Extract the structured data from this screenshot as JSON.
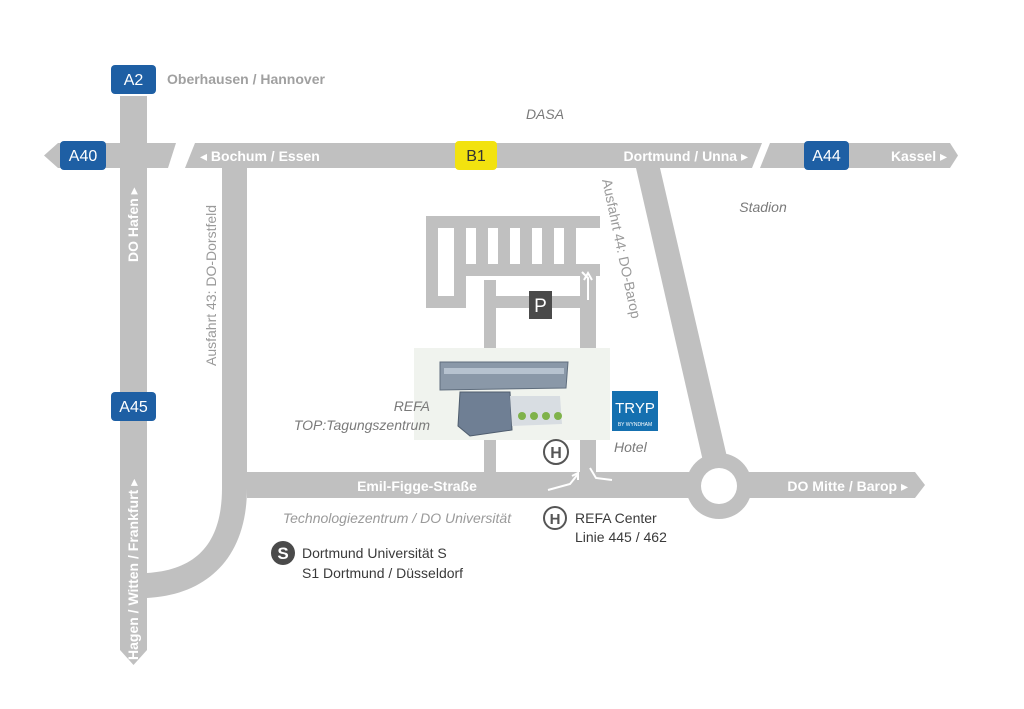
{
  "colors": {
    "road": "#c0c0c0",
    "motorway_shield": "#1e5fa4",
    "federal_shield": "#f2e20f",
    "label_grey": "#7a7a7a",
    "building": "#8a98a8",
    "hotel_logo": "#1570b0"
  },
  "shields": {
    "a2": "A2",
    "a40": "A40",
    "b1": "B1",
    "a44": "A44",
    "a45": "A45"
  },
  "roads": {
    "a2_dest": "Oberhausen / Hannover",
    "west_dest": "◂ Bochum / Essen",
    "east_dest": "Dortmund / Unna ▸",
    "kassel": "Kassel ▸",
    "do_hafen": "DO Hafen ▸",
    "hagen": "Hagen / Witten / Frankfurt ▸",
    "exit43": "Ausfahrt 43: DO-Dorstfeld",
    "exit44": "Ausfahrt 44: DO-Barop",
    "emil": "Emil-Figge-Straße",
    "do_mitte": "DO Mitte / Barop ▸"
  },
  "places": {
    "dasa": "DASA",
    "stadion": "Stadion",
    "refa": "REFA",
    "top": "TOP:Tagungszentrum",
    "hotel": "Hotel",
    "techno": "Technologiezentrum / DO Universität"
  },
  "parking": "P",
  "bus": {
    "symbol": "H",
    "stop_name": "REFA Center",
    "lines": "Linie 445 / 462"
  },
  "sbahn": {
    "symbol": "S",
    "station": "Dortmund Universität S",
    "line": "S1 Dortmund / Düsseldorf"
  },
  "hotel_logo": {
    "brand": "TRYP",
    "sub": "BY WYNDHAM"
  }
}
